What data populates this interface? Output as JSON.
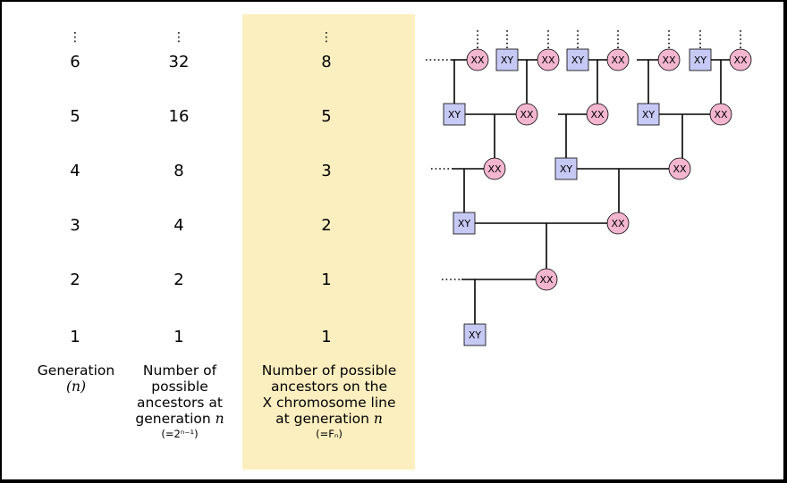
{
  "columns": {
    "generation": {
      "values": [
        "6",
        "5",
        "4",
        "3",
        "2",
        "1"
      ],
      "vdots": "⋮",
      "label_line1": "Generation",
      "label_math": "(n)"
    },
    "ancestors": {
      "values": [
        "32",
        "16",
        "8",
        "4",
        "2",
        "1"
      ],
      "vdots": "⋮",
      "label_lines": [
        "Number of",
        "possible",
        "ancestors at"
      ],
      "label_gen": "generation ",
      "label_gen_math": "n",
      "formula": "(=2ⁿ⁻¹)"
    },
    "x_line": {
      "values": [
        "8",
        "5",
        "3",
        "2",
        "1",
        "1"
      ],
      "vdots": "⋮",
      "label_lines": [
        "Number of possible",
        "ancestors on the",
        "X chromosome line"
      ],
      "label_gen": "at  generation ",
      "label_gen_math": "n",
      "formula": "(=Fₙ)"
    }
  },
  "tree": {
    "male_label": "XY",
    "female_label": "XX",
    "male_fill": "#c7c9f5",
    "female_fill": "#f4b6cf",
    "line_color": "#000000"
  },
  "colors": {
    "highlight": "#fcefbf",
    "background": "#ffffff",
    "border": "#000000"
  }
}
